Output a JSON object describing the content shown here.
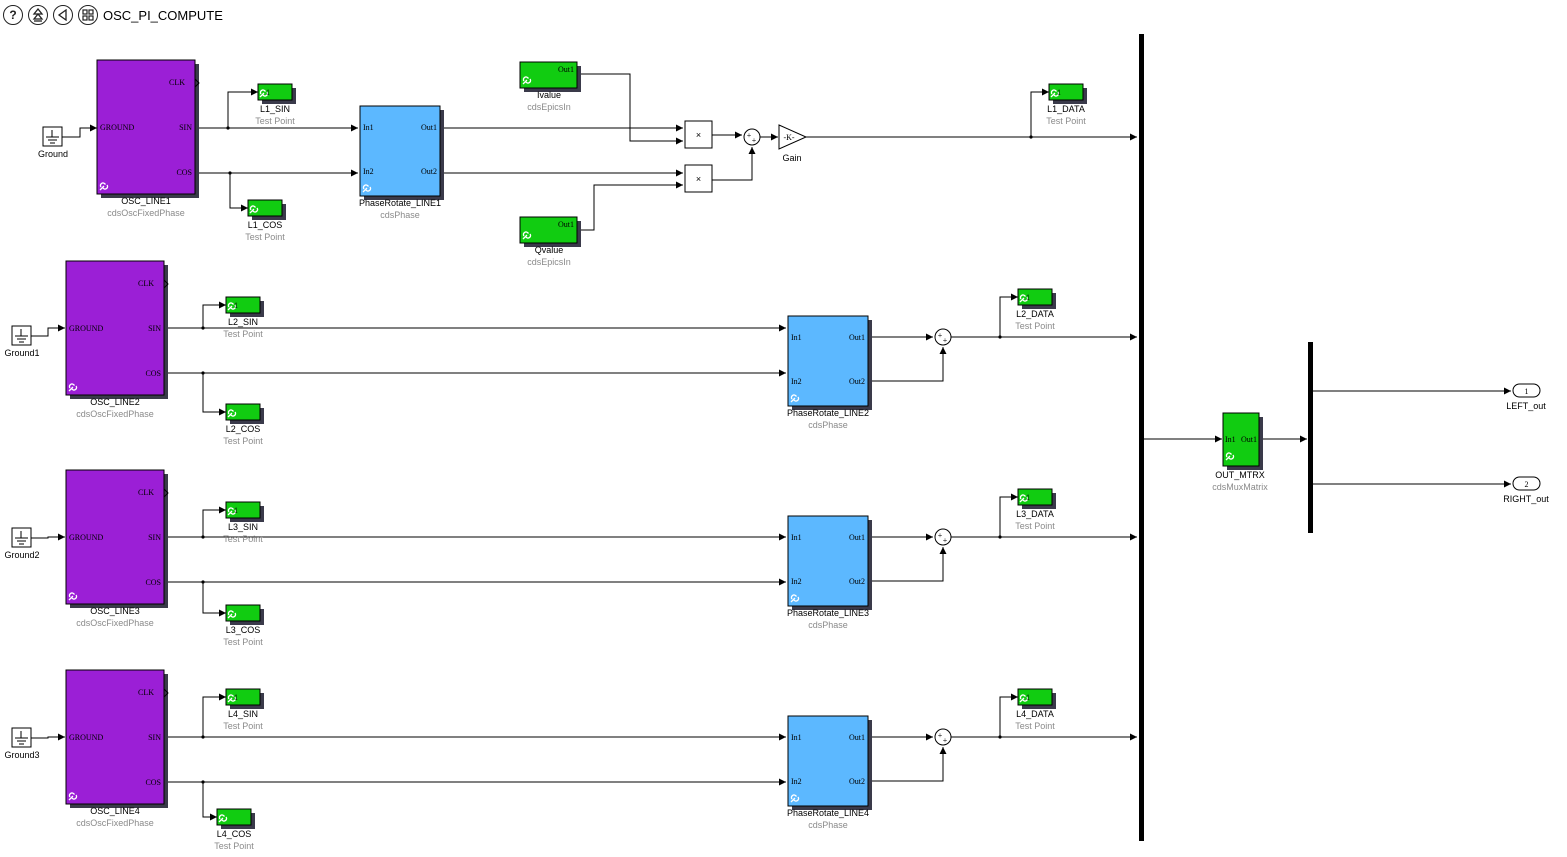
{
  "model": {
    "title": "OSC_PI_COMPUTE",
    "toolbar_icons": [
      "help-icon",
      "up-to-parent-icon",
      "back-icon",
      "overview-icon"
    ]
  },
  "labels": {
    "test_point": "Test Point",
    "osc_lib": "cdsOscFixedPhase",
    "phase_lib": "cdsPhase",
    "epics_lib": "cdsEpicsIn",
    "mux_lib": "cdsMuxMatrix"
  },
  "ports": {
    "clk": "CLK",
    "ground": "GROUND",
    "sin": "SIN",
    "cos": "COS",
    "in1": "In1",
    "in2": "In2",
    "out1": "Out1",
    "out2": "Out2",
    "tp_in": "1"
  },
  "lines": [
    {
      "ground": "Ground",
      "osc": "OSC_LINE1",
      "tp_sin": "L1_SIN",
      "tp_cos": "L1_COS",
      "phase": "PhaseRotate_LINE1",
      "tp_data": "L1_DATA"
    },
    {
      "ground": "Ground1",
      "osc": "OSC_LINE2",
      "tp_sin": "L2_SIN",
      "tp_cos": "L2_COS",
      "phase": "PhaseRotate_LINE2",
      "tp_data": "L2_DATA"
    },
    {
      "ground": "Ground2",
      "osc": "OSC_LINE3",
      "tp_sin": "L3_SIN",
      "tp_cos": "L3_COS",
      "phase": "PhaseRotate_LINE3",
      "tp_data": "L3_DATA"
    },
    {
      "ground": "Ground3",
      "osc": "OSC_LINE4",
      "tp_sin": "L4_SIN",
      "tp_cos": "L4_COS",
      "phase": "PhaseRotate_LINE4",
      "tp_data": "L4_DATA"
    }
  ],
  "ivalue": "Ivalue",
  "qvalue": "Qvalue",
  "gain": {
    "name": "Gain",
    "value": "-K-"
  },
  "product_symbol": "×",
  "sum_signs": "++",
  "out_matrix": {
    "name": "OUT_MTRX",
    "in": "In1",
    "out": "Out1"
  },
  "outports": [
    {
      "num": "1",
      "name": "LEFT_out"
    },
    {
      "num": "2",
      "name": "RIGHT_out"
    }
  ],
  "colors": {
    "osc": "#9b1fd6",
    "phase": "#5cb8ff",
    "testpoint": "#11cc11",
    "shadow": "#3a3a4a"
  }
}
